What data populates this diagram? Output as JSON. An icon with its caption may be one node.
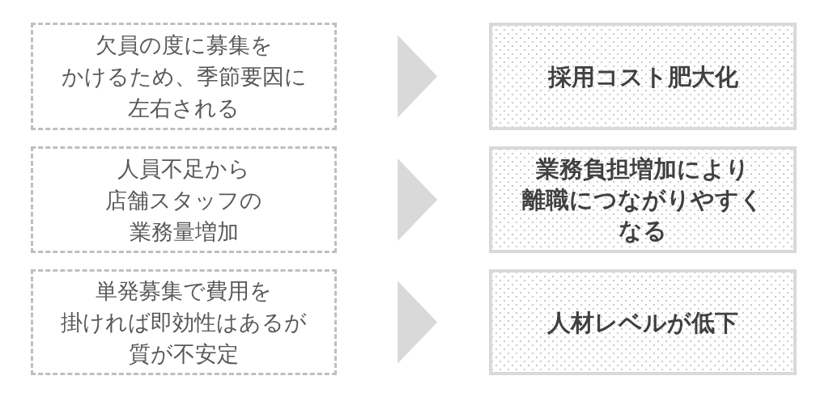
{
  "diagram": {
    "nodes": [
      {
        "text": [
          "欠員の度に募集をかけるため、季節要因に左右される"
        ]
      },
      {
        "text": [
          "採用コスト肥大化"
        ]
      },
      {
        "text": [
          "人員不足から店舗スタッフの業務量増加"
        ]
      },
      {
        "text": [
          "業務負担増加により離職につながりやすくなる"
        ]
      },
      {
        "text": [
          "単発募集で費用を掛ければ即効性はあるが質が不安定"
        ]
      },
      {
        "text": [
          "人材レベルが低下"
        ]
      }
    ],
    "edges": [
      {
        "from": 0,
        "to": 1,
        "arrow": "to"
      },
      {
        "from": 2,
        "to": 3,
        "arrow": "to"
      },
      {
        "from": 4,
        "to": 5,
        "arrow": "to"
      }
    ]
  }
}
